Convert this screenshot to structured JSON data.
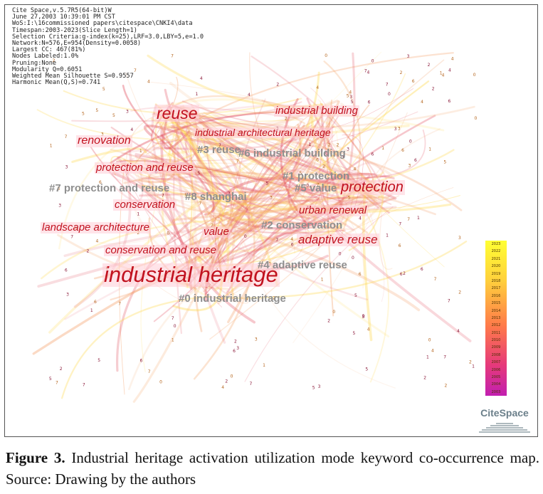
{
  "meta_lines": [
    "Cite Space,v.5.7R5(64-bit)W",
    "June 27,2003 10:39:01 PM CST",
    "WoS:I:\\16commissioned papers\\citespace\\CNKI4\\data",
    "Timespan:2003-2023(Slice Length=1)",
    "Selection Criteria:g-index(k=25),LRF=3.0,LBY=5,e=1.0",
    "Network:N=576,E=954(Density=0.0058)",
    "Largest CC: 467(81%)",
    "Nodes Labeled:1.0%",
    "Pruning:None",
    "Modularity Q=0.6051",
    "Weighted Mean Silhouette S=0.9557",
    "Harmonic Mean(Q,S)=0.741"
  ],
  "keywords": {
    "reuse": "reuse",
    "industrial_building": "industrial building",
    "industrial_architectural_heritage": "industrial architectural heritage",
    "renovation": "renovation",
    "protection_and_reuse": "protection and reuse",
    "protection": "protection",
    "conservation": "conservation",
    "urban_renewal": "urban renewal",
    "landscape_architecture": "landscape architecture",
    "value": "value",
    "adaptive_reuse": "adaptive reuse",
    "conservation_and_reuse": "conservation and reuse",
    "industrial_heritage": "industrial heritage"
  },
  "clusters": {
    "c3": "#3 reuse",
    "c6": "#6 industrial building",
    "c1": "#1 protection",
    "c7": "#7 protection and reuse",
    "c5": "#5 value",
    "c8": "#8 shanghai",
    "c2": "#2 conservation",
    "c4": "#4 adaptive reuse",
    "c0": "#0 industrial heritage"
  },
  "legend_years": [
    "2023",
    "2022",
    "2021",
    "2020",
    "2019",
    "2018",
    "2017",
    "2016",
    "2015",
    "2014",
    "2013",
    "2012",
    "2011",
    "2010",
    "2009",
    "2008",
    "2007",
    "2006",
    "2005",
    "2004",
    "2003"
  ],
  "logo_text": "CiteSpace",
  "caption": {
    "label": "Figure 3.",
    "text": " Industrial heritage activation utilization mode keyword co-occurrence map. Source: Drawing by the authors"
  },
  "colors": {
    "keyword_text": "#c1121f",
    "cluster_text": "#8f8f8f",
    "link_warm": "#f4a06a",
    "link_red": "#e04a5a",
    "link_yellow": "#ffd84a"
  }
}
